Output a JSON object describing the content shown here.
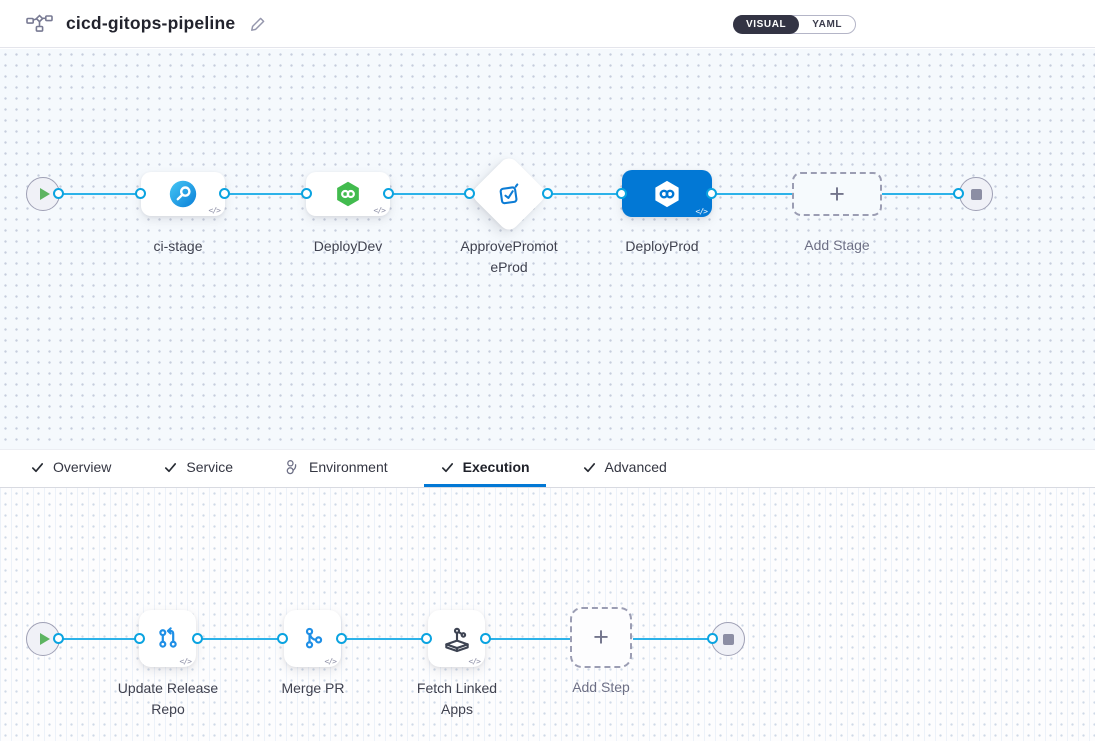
{
  "header": {
    "title": "cicd-gitops-pipeline",
    "view_toggle": {
      "options": [
        "VISUAL",
        "YAML"
      ],
      "selected": "VISUAL"
    }
  },
  "pipeline": {
    "stages": [
      {
        "label": "ci-stage",
        "type": "build"
      },
      {
        "label": "DeployDev",
        "type": "deploy"
      },
      {
        "label": "ApprovePromoteProd",
        "label_line1": "ApprovePromot",
        "label_line2": "eProd",
        "type": "approval"
      },
      {
        "label": "DeployProd",
        "type": "deploy",
        "selected": true
      }
    ],
    "add_stage_label": "Add Stage"
  },
  "tabs": [
    {
      "label": "Overview",
      "status": "complete",
      "active": false
    },
    {
      "label": "Service",
      "status": "complete",
      "active": false
    },
    {
      "label": "Environment",
      "status": "in-progress",
      "active": false
    },
    {
      "label": "Execution",
      "status": "complete",
      "active": true
    },
    {
      "label": "Advanced",
      "status": "complete",
      "active": false
    }
  ],
  "execution": {
    "steps": [
      {
        "label": "Update Release Repo",
        "label_line1": "Update Release",
        "label_line2": "Repo"
      },
      {
        "label": "Merge PR",
        "label_line1": "Merge PR",
        "label_line2": ""
      },
      {
        "label": "Fetch Linked Apps",
        "label_line1": "Fetch Linked",
        "label_line2": "Apps"
      }
    ],
    "add_step_label": "Add Step"
  },
  "icons": {
    "plus_glyph": "+",
    "code_glyph": "</>"
  },
  "colors": {
    "accent_blue": "#0278d5",
    "connector_blue": "#2cb2e9",
    "deploy_green": "#42bb4e",
    "toggle_dark": "#333444",
    "canvas_top_bg": "#f5f9fd",
    "canvas_bottom_bg": "#fdfdfe"
  }
}
